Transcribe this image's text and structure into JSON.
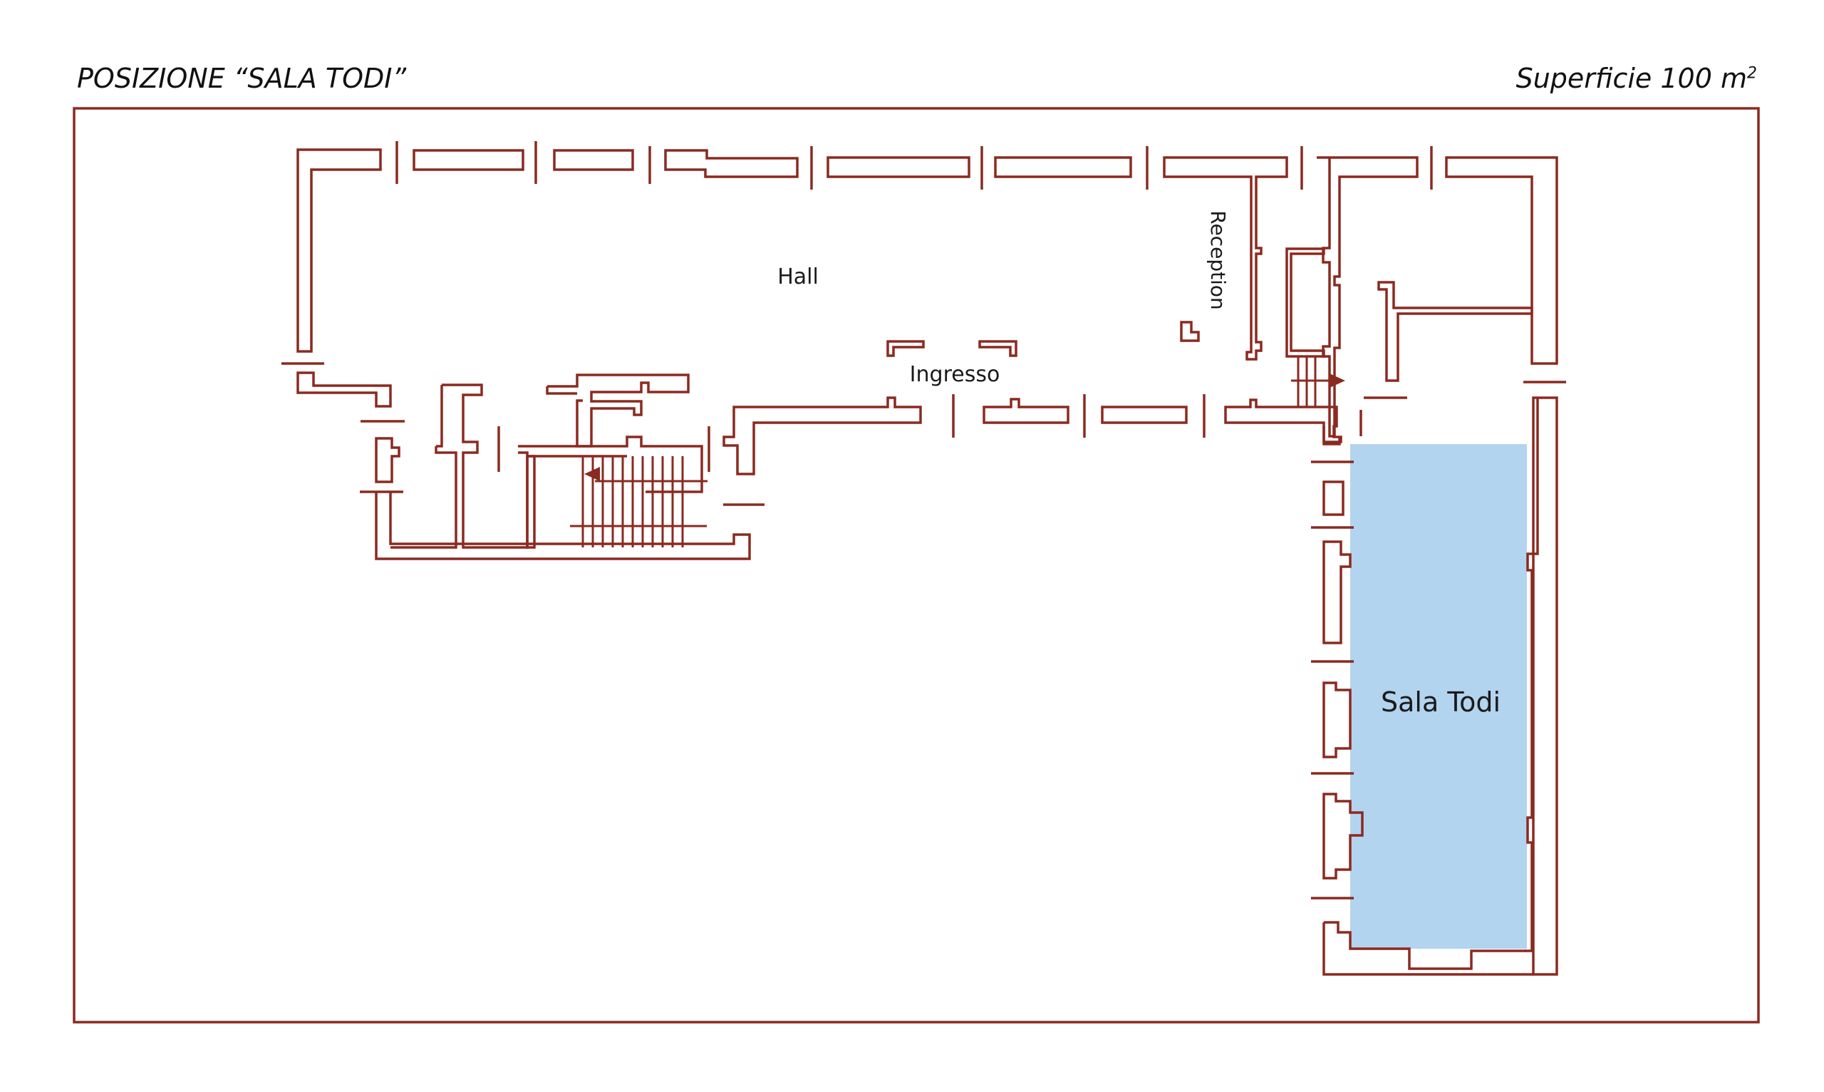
{
  "header": {
    "title": "POSIZIONE “SALA TODI”",
    "area_prefix": "Superficie 100 m",
    "area_exponent": "2"
  },
  "rooms": {
    "hall": "Hall",
    "reception": "Reception",
    "entrance": "Ingresso",
    "highlighted": "Sala Todi"
  },
  "colors": {
    "wall": "#8b2a20",
    "highlight": "#b3d4ef",
    "text": "#1a1a1a"
  }
}
